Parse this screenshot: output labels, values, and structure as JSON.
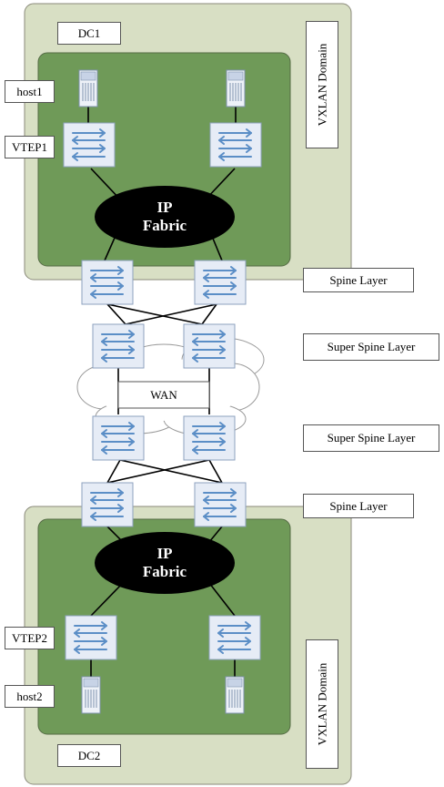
{
  "dc1": {
    "name": "DC1",
    "domain": "VXLAN Domain",
    "host": "host1",
    "vtep": "VTEP1",
    "fabric_line1": "IP",
    "fabric_line2": "Fabric"
  },
  "dc2": {
    "name": "DC2",
    "domain": "VXLAN Domain",
    "host": "host2",
    "vtep": "VTEP2",
    "fabric_line1": "IP",
    "fabric_line2": "Fabric"
  },
  "layers": {
    "spine_top": "Spine Layer",
    "super_spine_top": "Super Spine Layer",
    "wan": "WAN",
    "super_spine_bottom": "Super Spine Layer",
    "spine_bottom": "Spine Layer"
  },
  "colors": {
    "outer_domain": "#d8dfc4",
    "inner_domain": "#6f9a58",
    "switch_fill": "#e6ecf6",
    "switch_arrow": "#5b8ec6",
    "fabric": "#000000"
  }
}
